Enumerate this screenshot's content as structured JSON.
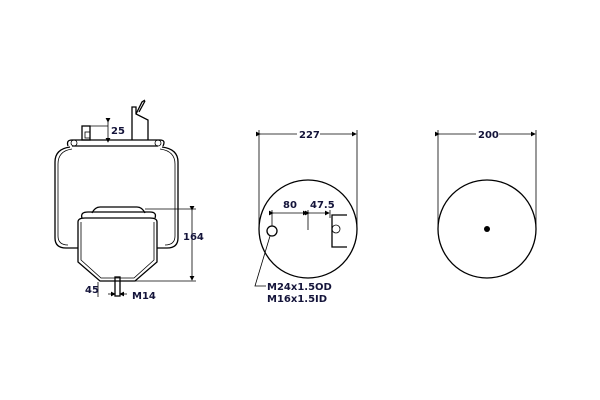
{
  "side_view": {
    "top_height_label": "25",
    "piston_height_label": "164",
    "stud_offset_label": "45",
    "stud_thread_label": "M14"
  },
  "top_view": {
    "diameter_label": "227",
    "offset_a_label": "80",
    "offset_b_label": "47.5",
    "thread_od_label": "M24x1.5OD",
    "thread_id_label": "M16x1.5ID"
  },
  "bottom_view": {
    "diameter_label": "200"
  },
  "colors": {
    "line": "#000000",
    "text": "#14143a"
  }
}
